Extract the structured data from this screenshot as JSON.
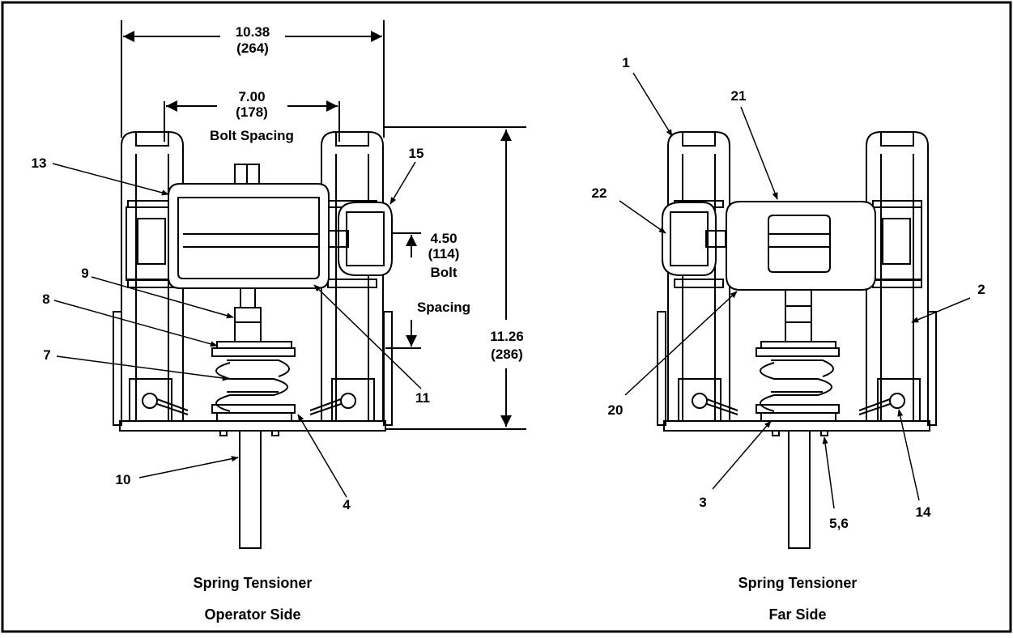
{
  "operator_view": {
    "caption_line1": "Spring Tensioner",
    "caption_line2": "Operator Side",
    "overall_width": {
      "value": "10.38",
      "metric": "(264)"
    },
    "bolt_spacing_h": {
      "value": "7.00",
      "metric": "(178)",
      "label": "Bolt Spacing"
    },
    "bolt_spacing_v": {
      "value": "4.50",
      "metric": "(114)",
      "label1": "Bolt",
      "label2": "Spacing"
    },
    "overall_height": {
      "value": "11.26",
      "metric": "(286)"
    },
    "callouts": {
      "c13": "13",
      "c15": "15",
      "c9": "9",
      "c8": "8",
      "c7": "7",
      "c11": "11",
      "c10": "10",
      "c4": "4"
    }
  },
  "far_view": {
    "caption_line1": "Spring Tensioner",
    "caption_line2": "Far Side",
    "callouts": {
      "c1": "1",
      "c21": "21",
      "c22": "22",
      "c2": "2",
      "c20": "20",
      "c3": "3",
      "c56": "5,6",
      "c14": "14"
    }
  }
}
